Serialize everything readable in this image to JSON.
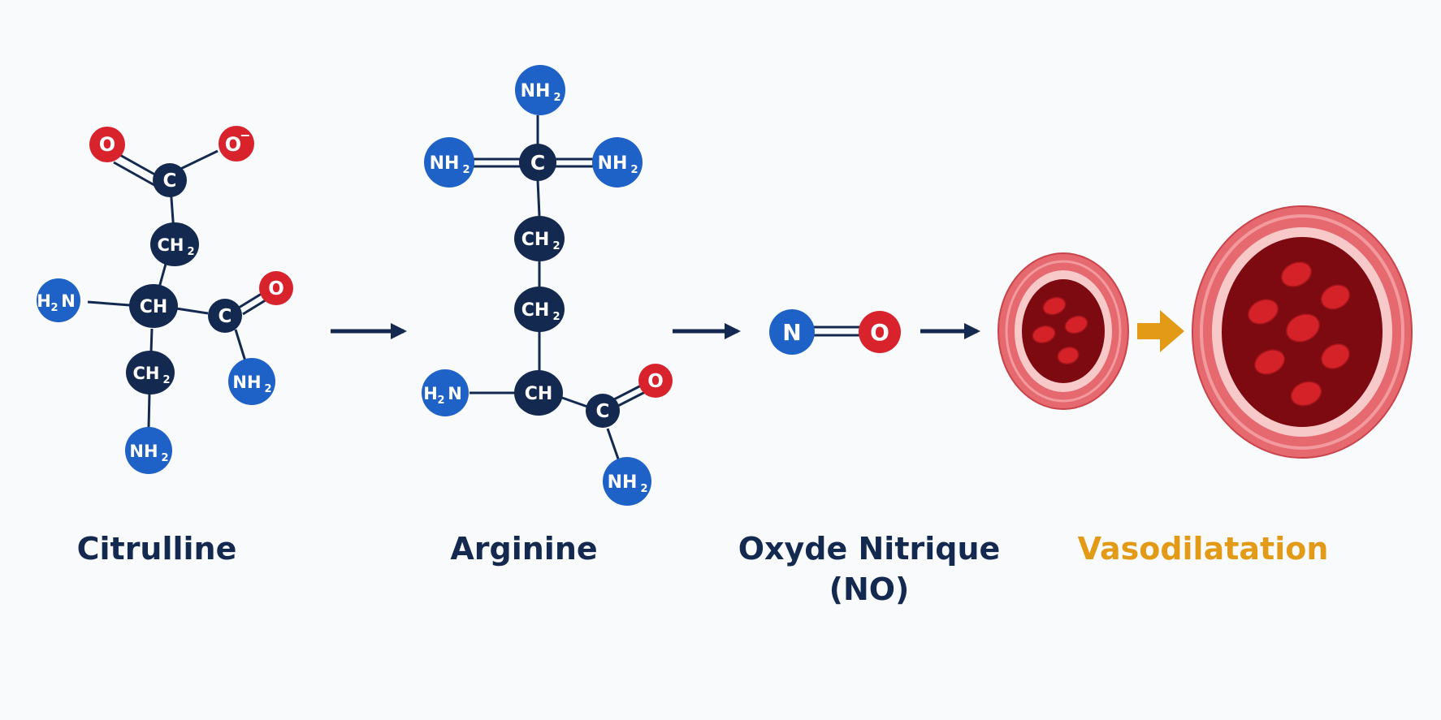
{
  "atoms": {
    "O": "O",
    "O_minus": "O",
    "minus_sign": "−",
    "C": "C",
    "CH": "CH",
    "CH2_main": "CH",
    "H": "H",
    "N": "N",
    "NH2_main": "NH",
    "sub2": "2"
  },
  "labels": {
    "citrulline": "Citrulline",
    "arginine": "Arginine",
    "nitric_oxide_line1": "Oxyde Nitrique",
    "nitric_oxide_line2": "(NO)",
    "vasodilation": "Vasodilatation"
  },
  "colors": {
    "background": "#f9fafc",
    "carbon": "#13294f",
    "nitrogen": "#1f62c7",
    "oxygen": "#d8232d",
    "arrow": "#13294f",
    "accent_arrow": "#e39a16",
    "vessel_outer": "#e5696f",
    "vessel_lumen": "#7d0a10",
    "blood_cell": "#d52229"
  }
}
